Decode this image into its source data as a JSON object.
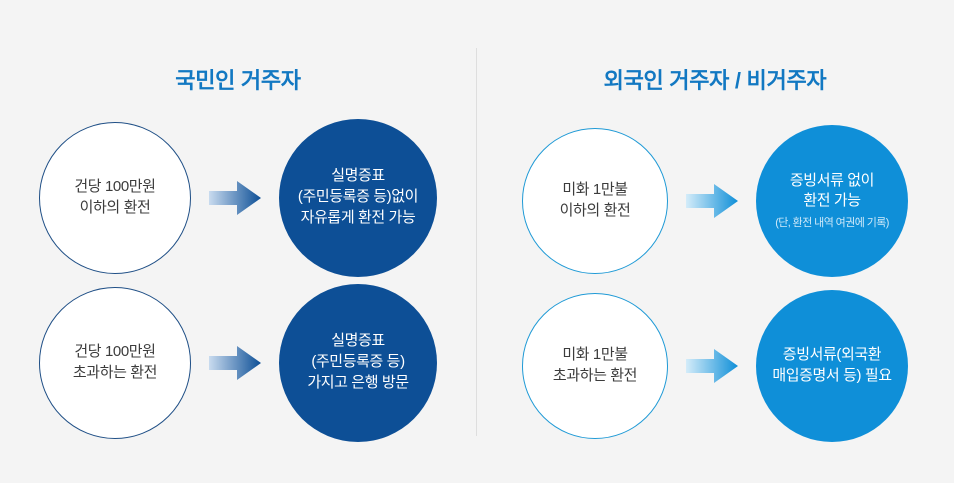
{
  "page": {
    "background_color": "#f4f4f4",
    "divider_color": "#dedede"
  },
  "colors": {
    "title_blue": "#1278c2",
    "navy_fill": "#0d4f96",
    "navy_outline": "#1f4f86",
    "bright_fill": "#0f8fd8",
    "bright_outline": "#1f9ad6",
    "body_text": "#3c3c3c",
    "note_text": "#cfe9f9"
  },
  "panels": [
    {
      "id": "resident-national",
      "title": "국민인 거주자",
      "rows": [
        {
          "source": {
            "lines": [
              "건당 100만원",
              "이하의 환전"
            ]
          },
          "arrow": {
            "name": "arrow-right-navy",
            "from": "#c9dbef",
            "to": "#0d4f96"
          },
          "result": {
            "lines": [
              "실명증표",
              "(주민등록증 등)없이",
              "자유롭게 환전 가능"
            ],
            "note": ""
          }
        },
        {
          "source": {
            "lines": [
              "건당 100만원",
              "초과하는 환전"
            ]
          },
          "arrow": {
            "name": "arrow-right-navy",
            "from": "#c9dbef",
            "to": "#0d4f96"
          },
          "result": {
            "lines": [
              "실명증표",
              "(주민등록증 등)",
              "가지고 은행 방문"
            ],
            "note": ""
          }
        }
      ]
    },
    {
      "id": "foreigner-resident-nonresident",
      "title": "외국인 거주자 / 비거주자",
      "rows": [
        {
          "source": {
            "lines": [
              "미화 1만불",
              "이하의 환전"
            ]
          },
          "arrow": {
            "name": "arrow-right-blue",
            "from": "#d4ecf9",
            "to": "#0f8fd8"
          },
          "result": {
            "lines": [
              "증빙서류 없이",
              "환전 가능"
            ],
            "note": "(단, 환전 내역 여권에 기록)"
          }
        },
        {
          "source": {
            "lines": [
              "미화 1만불",
              "초과하는 환전"
            ]
          },
          "arrow": {
            "name": "arrow-right-blue",
            "from": "#d4ecf9",
            "to": "#0f8fd8"
          },
          "result": {
            "lines": [
              "증빙서류(외국환",
              "매입증명서 등) 필요"
            ],
            "note": ""
          }
        }
      ]
    }
  ]
}
